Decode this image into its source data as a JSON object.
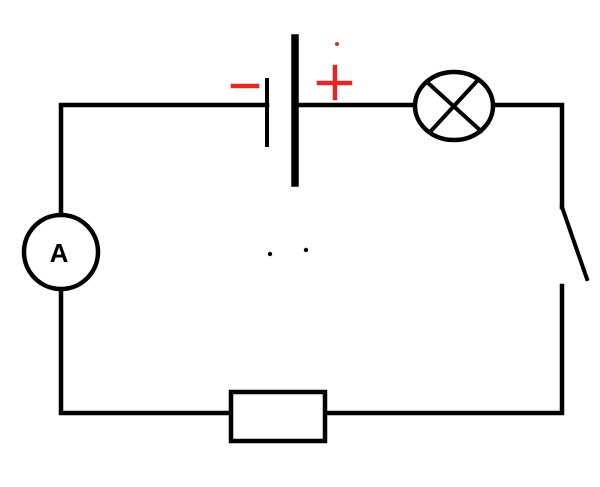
{
  "diagram": {
    "ammeter_label": "A",
    "battery_negative_sign": "−",
    "battery_positive_sign": "+",
    "colors": {
      "wire": "#000000",
      "polarity_marks": "#e32626",
      "background": "#ffffff"
    },
    "components": [
      "battery-symbol",
      "lamp-symbol",
      "switch-symbol",
      "resistor-symbol",
      "ammeter-symbol"
    ]
  }
}
